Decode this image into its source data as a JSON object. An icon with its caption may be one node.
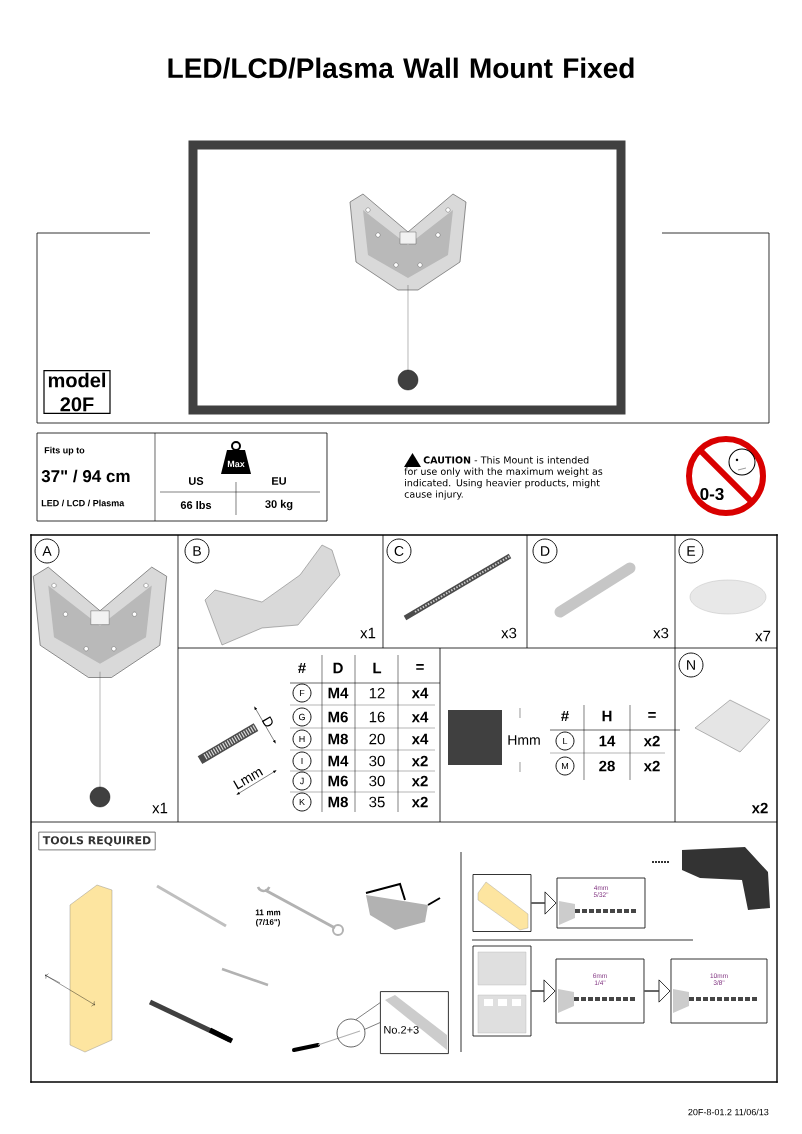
{
  "diagram": {
    "title": "LED/LCD/Plasma Wall Mount Fixed",
    "nodes": [
      {
        "text": [
          "model 20F"
        ]
      },
      {
        "text": [
          "TOOLS REQUIRED"
        ]
      },
      {
        "text": [],
        "shape": "picture"
      },
      {
        "text": [
          "4mm",
          "5/32\""
        ]
      },
      {
        "text": [],
        "shape": "picture"
      },
      {
        "text": [
          "6mm",
          "1/4\""
        ]
      },
      {
        "text": [
          "10mm",
          "3/8\""
        ]
      },
      {
        "text": [],
        "shape": "circle"
      },
      {
        "text": [
          "No.2+3"
        ]
      }
    ],
    "edges": [
      {
        "from": 2,
        "to": 3,
        "arrow": "to"
      },
      {
        "from": 4,
        "to": 5,
        "arrow": "to"
      },
      {
        "from": 5,
        "to": 6,
        "arrow": "to"
      },
      {
        "from": 7,
        "to": 8,
        "arrow": "none"
      },
      {
        "from": 7,
        "to": 8,
        "arrow": "none"
      }
    ],
    "labels": [
      "Fits up to",
      "37\" / 94 cm",
      "LED / LCD / Plasma",
      "Max",
      "US",
      "EU",
      "66 lbs",
      "30 kg",
      "**CAUTION** - This Mount is intended for use only with the maximum weight as indicated. Using heavier products, might cause injury.",
      "0-3",
      "A",
      "B",
      "x1",
      "C",
      "x3",
      "D",
      "x3",
      "E",
      "x7",
      "D",
      "Lmm",
      "#",
      "D",
      "L",
      "=",
      "F",
      "M4",
      "12",
      "x4",
      "G",
      "M6",
      "16",
      "x4",
      "H",
      "M8",
      "20",
      "x4",
      "I",
      "M4",
      "30",
      "x2",
      "J",
      "M6",
      "30",
      "x2",
      "K",
      "M8",
      "35",
      "x2",
      "Hmm",
      "#",
      "H",
      "=",
      "L",
      "14",
      "x2",
      "M",
      "28",
      "x2",
      "N",
      "x1",
      "x2",
      "11 mm (7/16\")",
      "20F-8-01.2 11/06/13"
    ]
  }
}
